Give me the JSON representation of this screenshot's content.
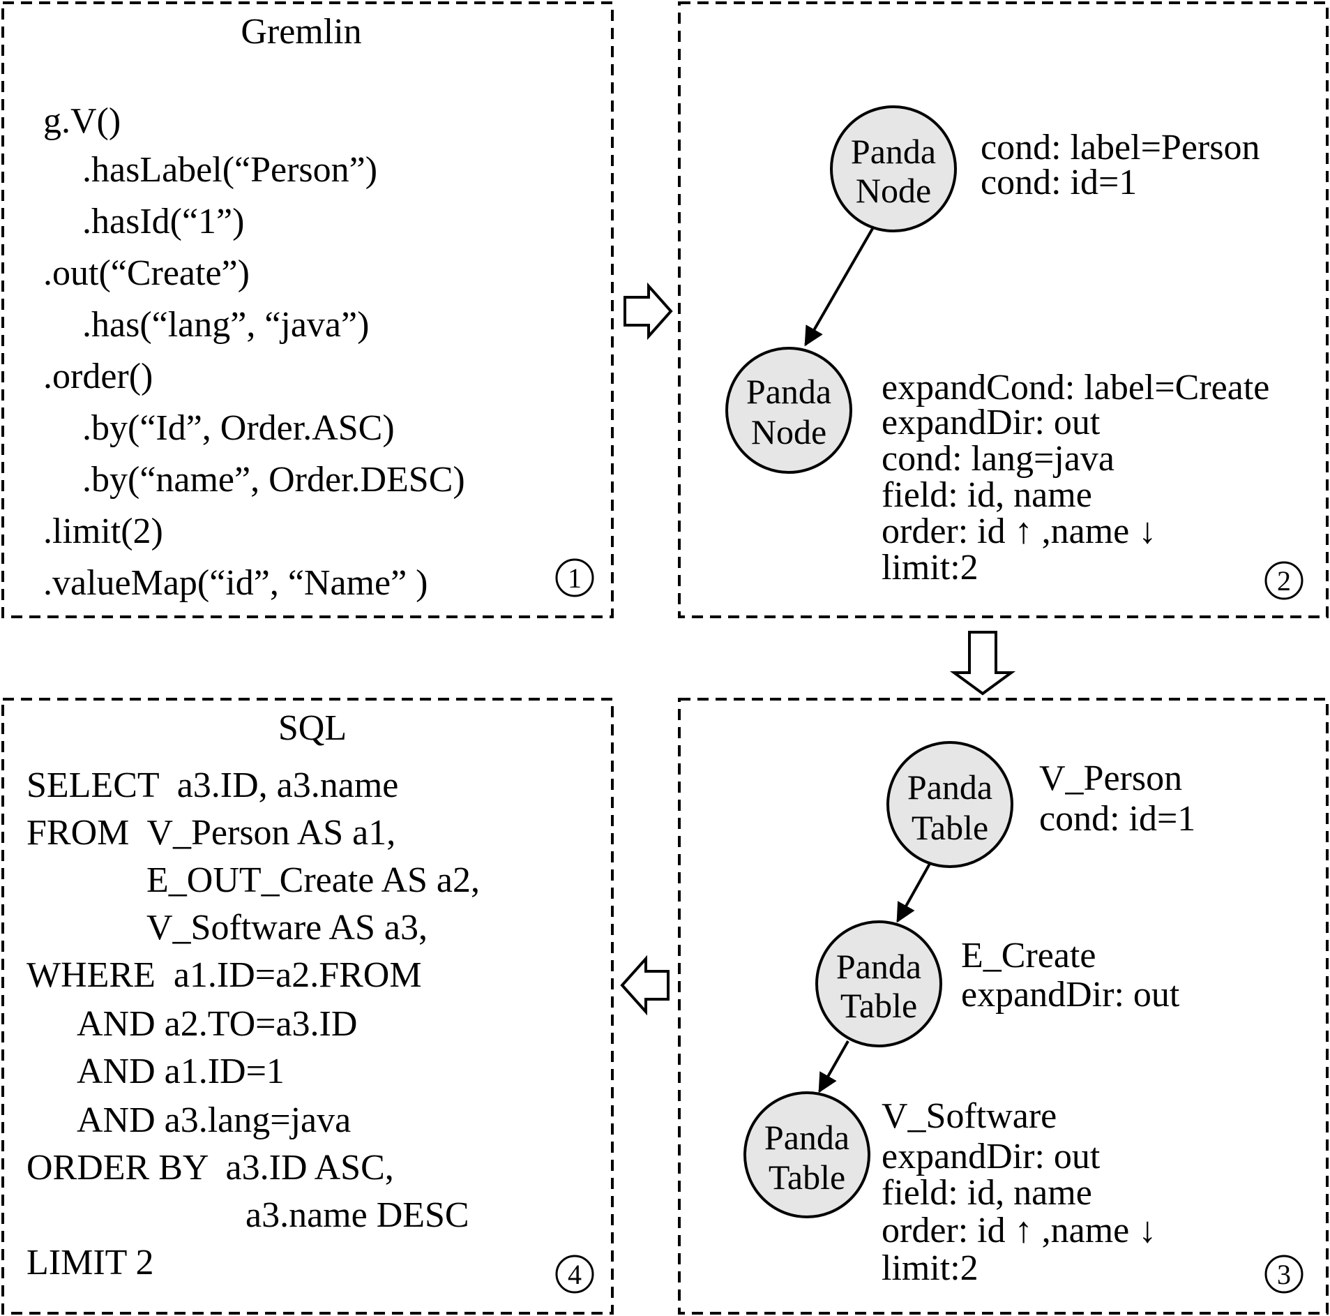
{
  "panel1": {
    "title": "Gremlin",
    "lines": [
      "g.V()",
      ".hasLabel(“Person”)",
      ".hasId(“1”)",
      ".out(“Create”)",
      ".has(“lang”, “java”)",
      ".order()",
      ".by(“Id”, Order.ASC)",
      ".by(“name”, Order.DESC)",
      ".limit(2)",
      ".valueMap(“id”, “Name” )"
    ],
    "badge": "1"
  },
  "panel2": {
    "node_top": {
      "line1": "Panda",
      "line2": "Node"
    },
    "node_top_props": [
      "cond: label=Person",
      "cond: id=1"
    ],
    "node_bottom": {
      "line1": "Panda",
      "line2": "Node"
    },
    "node_bottom_props": [
      "expandCond: label=Create",
      "expandDir: out",
      "cond: lang=java",
      "field: id, name",
      "order: id ↑ ,name ↓",
      "limit:2"
    ],
    "badge": "2"
  },
  "panel3": {
    "node1": {
      "line1": "Panda",
      "line2": "Table"
    },
    "node1_props": [
      "V_Person",
      "cond: id=1"
    ],
    "node2": {
      "line1": "Panda",
      "line2": "Table"
    },
    "node2_props": [
      "E_Create",
      "expandDir: out"
    ],
    "node3": {
      "line1": "Panda",
      "line2": "Table"
    },
    "node3_props": [
      "V_Software",
      "expandDir: out",
      "field: id, name",
      "order: id ↑ ,name ↓",
      "limit:2"
    ],
    "badge": "3"
  },
  "panel4": {
    "title": "SQL",
    "lines": [
      "SELECT  a3.ID, a3.name",
      "FROM  V_Person AS a1,",
      "E_OUT_Create AS a2,",
      "V_Software AS a3,",
      "WHERE  a1.ID=a2.FROM",
      "AND a2.TO=a3.ID",
      "AND a1.ID=1",
      "AND a3.lang=java",
      "ORDER BY  a3.ID ASC,",
      "a3.name DESC",
      "LIMIT 2"
    ],
    "badge": "4"
  }
}
